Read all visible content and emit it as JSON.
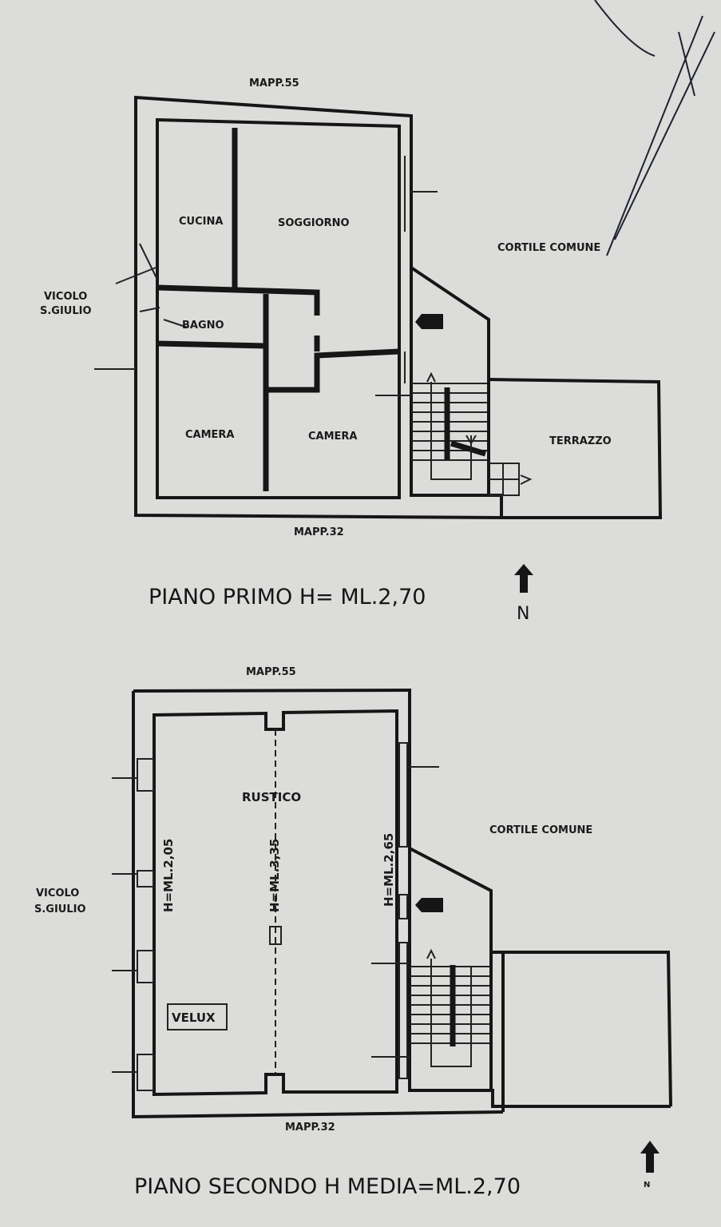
{
  "piano_primo": {
    "title": "PIANO PRIMO  H= ML.2,70",
    "north_label": "N",
    "labels": {
      "mapp_top": "MAPP.55",
      "mapp_bottom": "MAPP.32",
      "vicolo_line1": "VICOLO",
      "vicolo_line2": "S.GIULIO",
      "cortile": "CORTILE COMUNE",
      "cucina": "CUCINA",
      "soggiorno": "SOGGIORNO",
      "bagno": "BAGNO",
      "camera_1": "CAMERA",
      "camera_2": "CAMERA",
      "terrazzo": "TERRAZZO"
    }
  },
  "piano_secondo": {
    "title": "PIANO SECONDO H MEDIA=ML.2,70",
    "north_label": "N",
    "labels": {
      "mapp_top": "MAPP.55",
      "mapp_bottom": "MAPP.32",
      "vicolo_line1": "VICOLO",
      "vicolo_line2": "S.GIULIO",
      "cortile": "CORTILE COMUNE",
      "rustico": "RUSTICO",
      "velux": "VELUX",
      "h_left": "H=ML.2,05",
      "h_center": "H=ML.3,35",
      "h_right": "H=ML.2,65"
    }
  }
}
